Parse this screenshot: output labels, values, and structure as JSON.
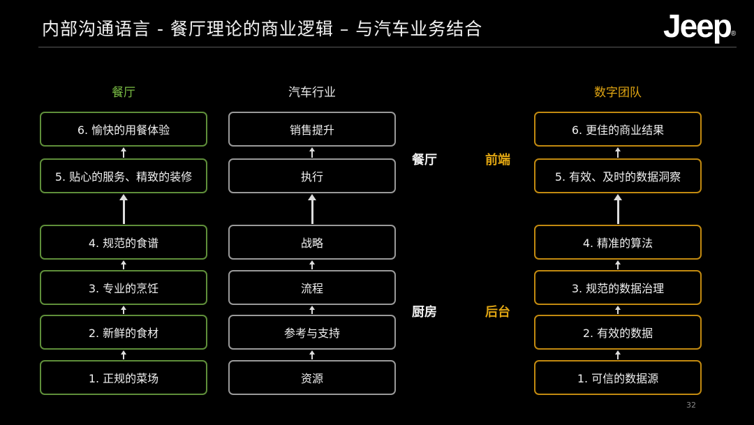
{
  "header": {
    "title": "内部沟通语言 - 餐厅理论的商业逻辑 – 与汽车业务结合",
    "logo_text": "Jeep",
    "logo_mark": "®"
  },
  "colors": {
    "green": "#7bbf45",
    "gray": "#a8a8a8",
    "gold": "#e0a512",
    "text": "#f0f0f0"
  },
  "columns": [
    {
      "heading": "餐厅",
      "heading_color": "#7bbf45",
      "border_color": "#5f8f3a",
      "items": [
        "6. 愉快的用餐体验",
        "5. 贴心的服务、精致的装修",
        "4. 规范的食谱",
        "3. 专业的烹饪",
        "2. 新鲜的食材",
        "1. 正规的菜场"
      ]
    },
    {
      "heading": "汽车行业",
      "heading_color": "#e8e8e8",
      "border_color": "#9a9a9a",
      "items": [
        "销售提升",
        "执行",
        "战略",
        "流程",
        "参考与支持",
        "资源"
      ]
    },
    {
      "heading": "数字团队",
      "heading_color": "#e0a512",
      "border_color": "#c28a10",
      "items": [
        "6. 更佳的商业结果",
        "5. 有效、及时的数据洞察",
        "4. 精准的算法",
        "3. 规范的数据治理",
        "2. 有效的数据",
        "1. 可信的数据源"
      ]
    }
  ],
  "side_labels": {
    "top_left": "餐厅",
    "top_right": "前端",
    "bottom_left": "厨房",
    "bottom_right": "后台"
  },
  "page_number": "32"
}
